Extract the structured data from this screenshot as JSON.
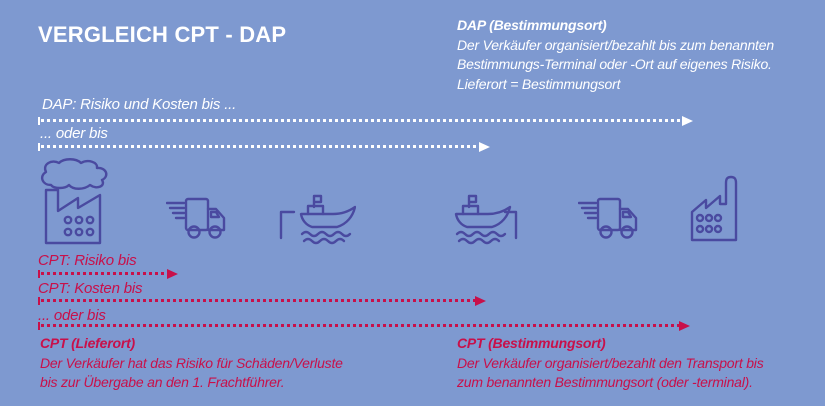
{
  "title": "VERGLEICH CPT - DAP",
  "colors": {
    "background": "#7E99D0",
    "text_light": "#FFFFFF",
    "text_red": "#C8104A",
    "icon_stroke": "#4A4AA0"
  },
  "dap": {
    "heading": "DAP (Bestimmungsort)",
    "line1": "Der Verkäufer organisiert/bezahlt bis zum benannten",
    "line2": "Bestimmungs-Terminal oder -Ort auf eigenes Risiko.",
    "line3": "Lieferort = Bestimmungsort",
    "arrow1_label": "DAP: Risiko und Kosten bis ...",
    "arrow2_label": "... oder bis"
  },
  "cpt": {
    "arrow1_label": "CPT: Risiko bis",
    "arrow2_label": "CPT: Kosten bis",
    "arrow3_label": "... oder bis",
    "lieferort": {
      "heading": "CPT (Lieferort)",
      "line1": "Der Verkäufer hat das Risiko für Schäden/Verluste",
      "line2": "bis zur Übergabe an den 1. Frachtführer."
    },
    "bestimmungsort": {
      "heading": "CPT (Bestimmungsort)",
      "line1": "Der Verkäufer organisiert/bezahlt den Transport bis",
      "line2": "zum benannten Bestimmungsort (oder -terminal)."
    }
  },
  "icons": {
    "sequence": [
      "factory-origin",
      "truck",
      "ship-departure-port",
      "ship-arrival-port",
      "truck",
      "factory-destination"
    ]
  }
}
